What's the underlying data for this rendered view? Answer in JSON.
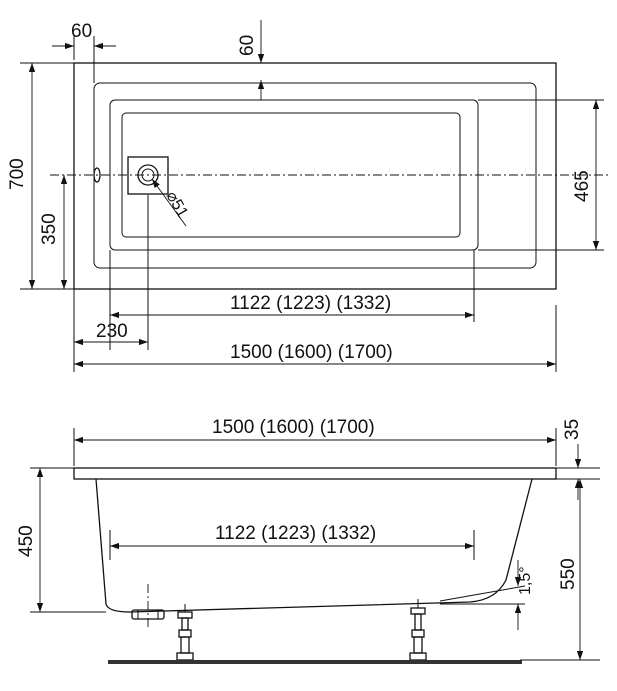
{
  "top_view": {
    "dim_60_horizontal": "60",
    "dim_60_vertical": "60",
    "dim_700": "700",
    "dim_350": "350",
    "dim_465": "465",
    "drain_diameter": "⌀51",
    "dim_inner_length": "1122 (1223) (1332)",
    "dim_230": "230",
    "dim_total_length": "1500 (1600) (1700)"
  },
  "side_view": {
    "dim_total_length": "1500 (1600) (1700)",
    "dim_35": "35",
    "dim_450": "450",
    "dim_inner_length": "1122 (1223) (1332)",
    "dim_slope": "1,5°",
    "dim_550": "550"
  }
}
